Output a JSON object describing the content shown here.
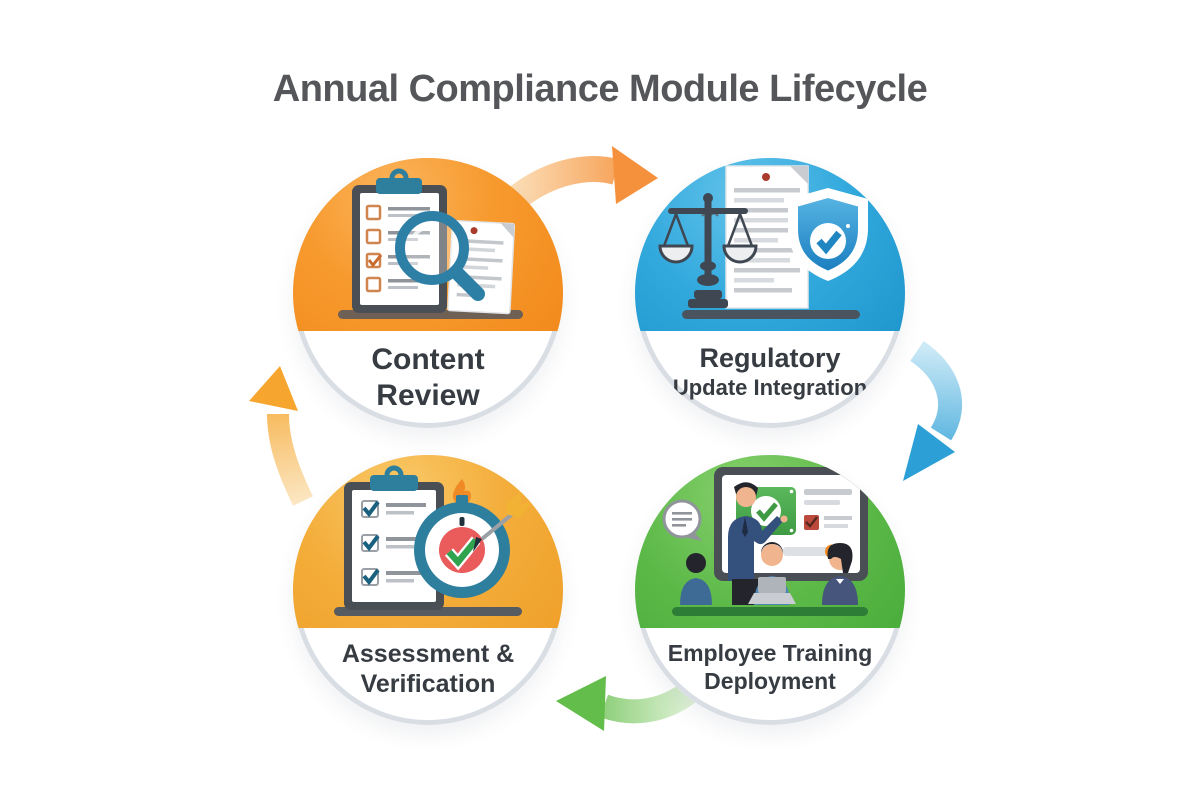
{
  "title": "Annual Compliance Module Lifecycle",
  "title_color": "#55565A",
  "background_color": "#FFFFFF",
  "circle_border_color": "#D9DEE5",
  "label_text_color": "#373C43",
  "nodes": [
    {
      "id": "content-review",
      "line1": "Content",
      "line2": "Review",
      "position": "top-left",
      "accent_color": "#F6921E",
      "icons": [
        "clipboard-checklist-icon",
        "magnifier-icon",
        "document-icon"
      ]
    },
    {
      "id": "regulatory-update-integration",
      "line1": "Regulatory",
      "line2": "Update Integration",
      "position": "top-right",
      "accent_color": "#2BA3DB",
      "icons": [
        "scales-icon",
        "document-icon",
        "shield-check-icon",
        "bird-icon"
      ]
    },
    {
      "id": "employee-training-deployment",
      "line1": "Employee Training",
      "line2": "Deployment",
      "position": "bottom-right",
      "accent_color": "#58B948",
      "icons": [
        "presentation-screen-icon",
        "check-panel-icon",
        "presenter-icon",
        "audience-icon",
        "speech-bubble-icon",
        "laptop-icon"
      ]
    },
    {
      "id": "assessment-verification",
      "line1": "Assessment &",
      "line2": "Verification",
      "position": "bottom-left",
      "accent_color": "#F2A836",
      "icons": [
        "clipboard-checklist-icon",
        "target-check-icon",
        "dart-icon",
        "flame-icon"
      ]
    }
  ],
  "arrows": [
    {
      "id": "top",
      "from": "content-review",
      "to": "regulatory-update-integration",
      "direction": "right",
      "color": "#F5913C",
      "tail_color": "#FBDCB4"
    },
    {
      "id": "right",
      "from": "regulatory-update-integration",
      "to": "employee-training-deployment",
      "direction": "down",
      "color": "#2C9FD6",
      "tail_color": "#CBE9F6"
    },
    {
      "id": "bottom",
      "from": "employee-training-deployment",
      "to": "assessment-verification",
      "direction": "left",
      "color": "#63BD4A",
      "tail_color": "#DFF2D6"
    },
    {
      "id": "left",
      "from": "assessment-verification",
      "to": "content-review",
      "direction": "up",
      "color": "#F6A62E",
      "tail_color": "#FBE6C2"
    }
  ]
}
